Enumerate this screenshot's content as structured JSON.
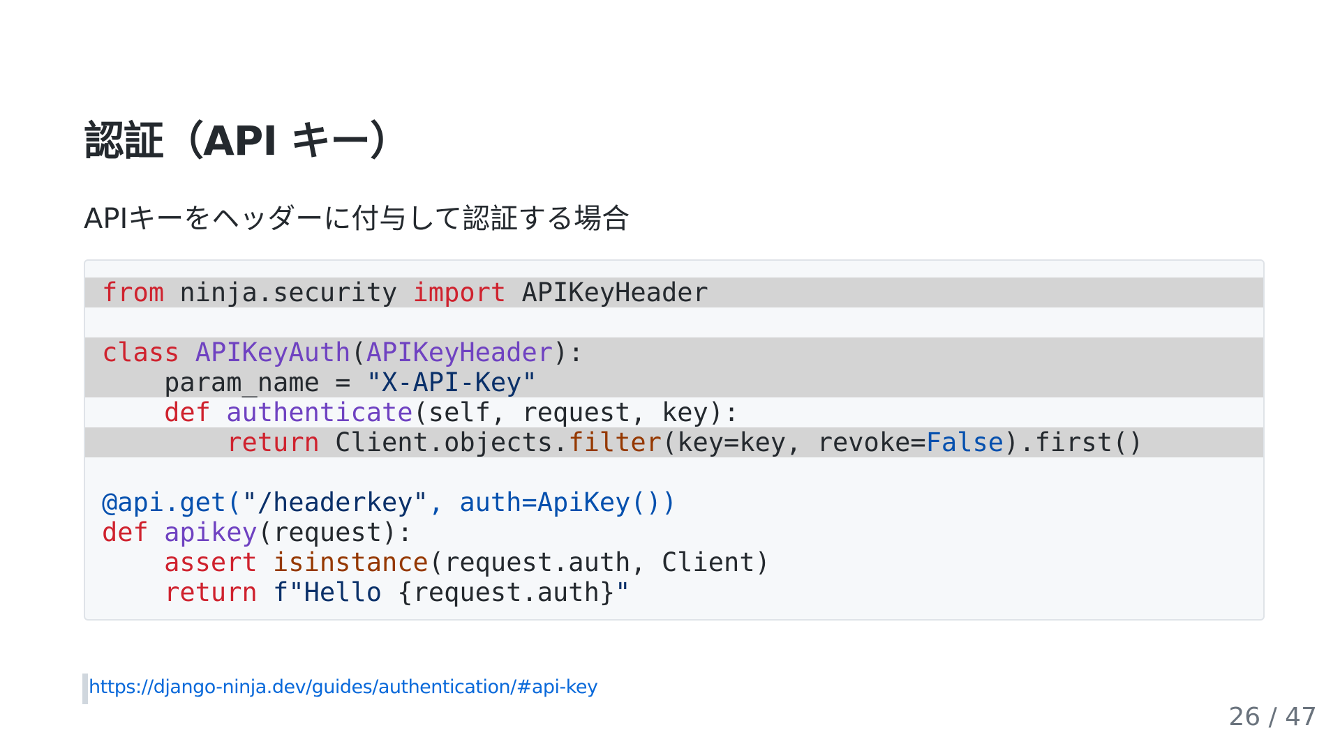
{
  "slide": {
    "title": "認証（API キー）",
    "subtitle": "APIキーをヘッダーに付与して認証する場合",
    "link": "https://django-ninja.dev/guides/authentication/#api-key",
    "page_number": "26 / 47"
  },
  "code": {
    "line1": {
      "t1": "from",
      "t2": " ninja.security ",
      "t3": "import",
      "t4": " APIKeyHeader"
    },
    "line3": {
      "t1": "class",
      "t2": " ",
      "t3": "APIKeyAuth",
      "t4": "(",
      "t5": "APIKeyHeader",
      "t6": "):"
    },
    "line4": {
      "t1": "    param_name = ",
      "t2": "\"X-API-Key\""
    },
    "line5": {
      "t1": "    ",
      "t2": "def",
      "t3": " ",
      "t4": "authenticate",
      "t5": "(self, request, key):"
    },
    "line6": {
      "t1": "        ",
      "t2": "return",
      "t3": " Client.objects.",
      "t4": "filter",
      "t5": "(key=key, revoke=",
      "t6": "False",
      "t7": ").first()"
    },
    "line8": {
      "t1": "@api.get(",
      "t2": "\"/headerkey\"",
      "t3": ", auth=ApiKey())"
    },
    "line9": {
      "t1": "def",
      "t2": " ",
      "t3": "apikey",
      "t4": "(request):"
    },
    "line10": {
      "t1": "    ",
      "t2": "assert",
      "t3": " ",
      "t4": "isinstance",
      "t5": "(request.auth, Client)"
    },
    "line11": {
      "t1": "    ",
      "t2": "return",
      "t3": " ",
      "t4": "f\"Hello ",
      "t5": "{request.auth}",
      "t6": "\""
    }
  }
}
